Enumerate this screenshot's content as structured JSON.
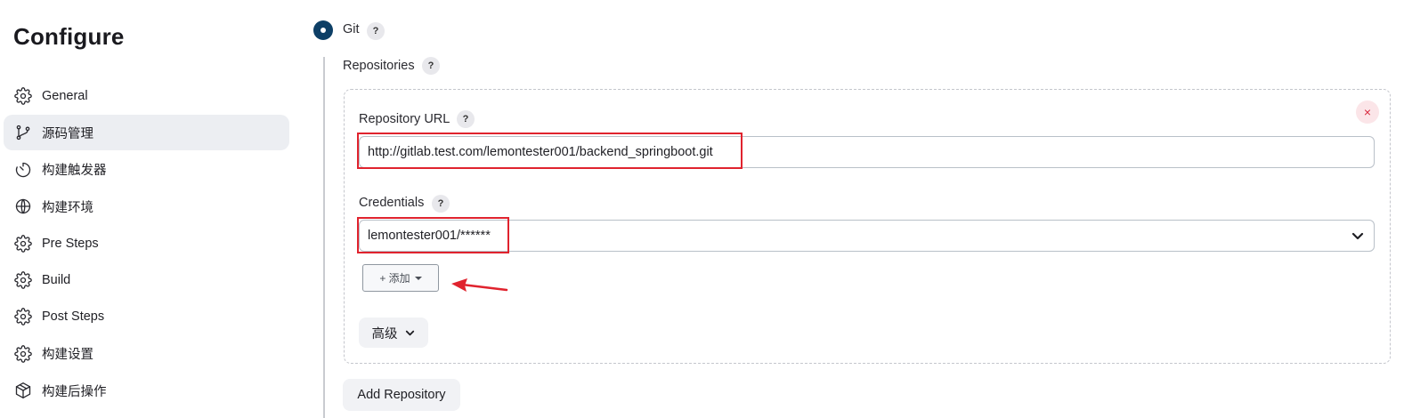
{
  "sidebar": {
    "title": "Configure",
    "items": [
      {
        "label": "General",
        "icon": "gear-icon",
        "active": false
      },
      {
        "label": "源码管理",
        "icon": "branch-icon",
        "active": true
      },
      {
        "label": "构建触发器",
        "icon": "timer-icon",
        "active": false
      },
      {
        "label": "构建环境",
        "icon": "globe-icon",
        "active": false
      },
      {
        "label": "Pre Steps",
        "icon": "gear-icon",
        "active": false
      },
      {
        "label": "Build",
        "icon": "gear-icon",
        "active": false
      },
      {
        "label": "Post Steps",
        "icon": "gear-icon",
        "active": false
      },
      {
        "label": "构建设置",
        "icon": "gear-icon",
        "active": false
      },
      {
        "label": "构建后操作",
        "icon": "package-icon",
        "active": false
      }
    ]
  },
  "scm": {
    "option_label": "Git",
    "help": "?",
    "repositories_label": "Repositories",
    "repository_url_label": "Repository URL",
    "repository_url_value": "http://gitlab.test.com/lemontester001/backend_springboot.git",
    "credentials_label": "Credentials",
    "credentials_value": "lemontester001/******",
    "add_button_label": "+ 添加",
    "advanced_label": "高级",
    "add_repository_label": "Add Repository",
    "close_symbol": "×"
  },
  "colors": {
    "accent": "#0d3f66",
    "highlight": "#e0232e",
    "active_bg": "#eceef2"
  }
}
